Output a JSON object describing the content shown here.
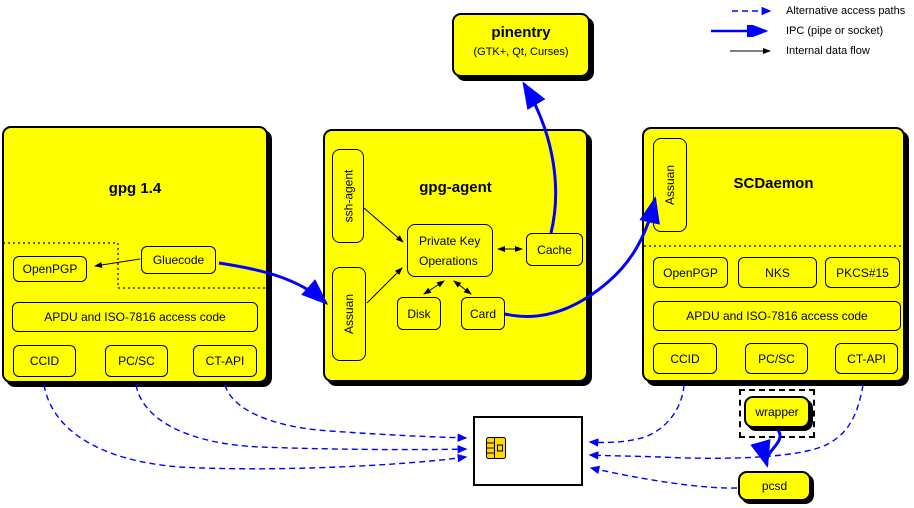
{
  "legend": {
    "items": [
      {
        "label": "Alternative access paths"
      },
      {
        "label": "IPC (pipe or socket)"
      },
      {
        "label": "Internal data flow"
      }
    ]
  },
  "pinentry": {
    "title": "pinentry",
    "subtitle": "(GTK+, Qt, Curses)"
  },
  "gpg14": {
    "title": "gpg 1.4",
    "openpgp": "OpenPGP",
    "gluecode": "Gluecode",
    "apdu": "APDU and ISO-7816 access code",
    "ccid": "CCID",
    "pcsc": "PC/SC",
    "ctapi": "CT-API"
  },
  "gpg_agent": {
    "title": "gpg-agent",
    "ssh_agent": "ssh-agent",
    "assuan": "Assuan",
    "private_key_ops": [
      "Private Key",
      "Operations"
    ],
    "cache": "Cache",
    "disk": "Disk",
    "card": "Card"
  },
  "scdaemon": {
    "title": "SCDaemon",
    "assuan": "Assuan",
    "openpgp": "OpenPGP",
    "nks": "NKS",
    "pkcs15": "PKCS#15",
    "apdu": "APDU and ISO-7816 access code",
    "ccid": "CCID",
    "pcsc": "PC/SC",
    "ctapi": "CT-API"
  },
  "bottom": {
    "wrapper": "wrapper",
    "pcsd": "pcsd"
  },
  "colors": {
    "box_fill": "#ffff00",
    "ipc_blue": "#0000ff",
    "flow_black": "#000000",
    "chip_gold": "#ffd700"
  }
}
